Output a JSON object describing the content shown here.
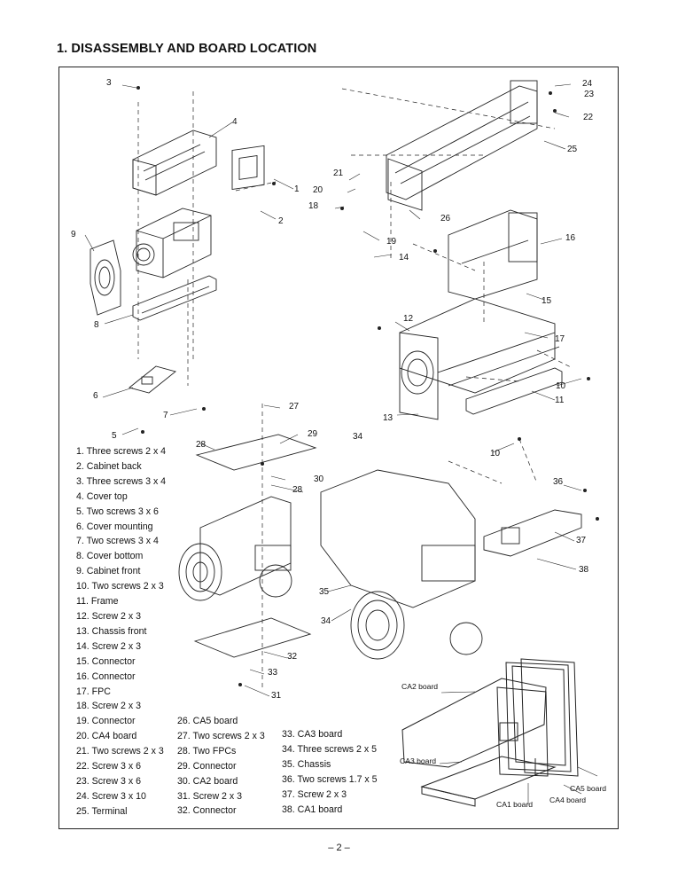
{
  "title": "1. DISASSEMBLY AND BOARD LOCATION",
  "page_number": "– 2 –",
  "parts_col1": [
    "1. Three screws 2 x 4",
    "2. Cabinet back",
    "3. Three screws 3 x 4",
    "4. Cover top",
    "5. Two screws 3 x 6",
    "6. Cover mounting",
    "7. Two screws 3 x 4",
    "8. Cover bottom",
    "9. Cabinet front",
    "10. Two screws 2 x 3",
    "11. Frame",
    "12. Screw 2 x 3",
    "13. Chassis front",
    "14. Screw 2 x 3",
    "15. Connector",
    "16. Connector",
    "17. FPC",
    "18. Screw 2 x 3",
    "19. Connector",
    "20. CA4 board",
    "21. Two screws 2 x 3",
    "22. Screw 3 x 6",
    "23. Screw 3 x 6",
    "24. Screw 3 x 10",
    "25. Terminal"
  ],
  "parts_col2": [
    "26. CA5 board",
    "27. Two screws 2 x 3",
    "28. Two FPCs",
    "29. Connector",
    "30. CA2 board",
    "31. Screw 2 x 3",
    "32. Connector"
  ],
  "parts_col3": [
    "33. CA3 board",
    "34. Three screws 2 x 5",
    "35. Chassis",
    "36. Two screws 1.7 x 5",
    "37. Screw 2 x 3",
    "38. CA1 board"
  ],
  "callouts": {
    "n1": "1",
    "n2": "2",
    "n3": "3",
    "n4": "4",
    "n5": "5",
    "n6": "6",
    "n7": "7",
    "n8": "8",
    "n9": "9",
    "n10a": "10",
    "n10b": "10",
    "n11": "11",
    "n12": "12",
    "n13": "13",
    "n14": "14",
    "n15": "15",
    "n16": "16",
    "n17": "17",
    "n18": "18",
    "n19": "19",
    "n20": "20",
    "n21": "21",
    "n22": "22",
    "n23": "23",
    "n24": "24",
    "n25": "25",
    "n26": "26",
    "n27": "27",
    "n28a": "28",
    "n28b": "28",
    "n29": "29",
    "n30": "30",
    "n31": "31",
    "n32": "32",
    "n33": "33",
    "n34a": "34",
    "n34b": "34",
    "n35": "35",
    "n36": "36",
    "n37": "37",
    "n38": "38"
  },
  "boards": {
    "ca1": "CA1 board",
    "ca2": "CA2 board",
    "ca3": "CA3 board",
    "ca4": "CA4 board",
    "ca5": "CA5 board"
  }
}
